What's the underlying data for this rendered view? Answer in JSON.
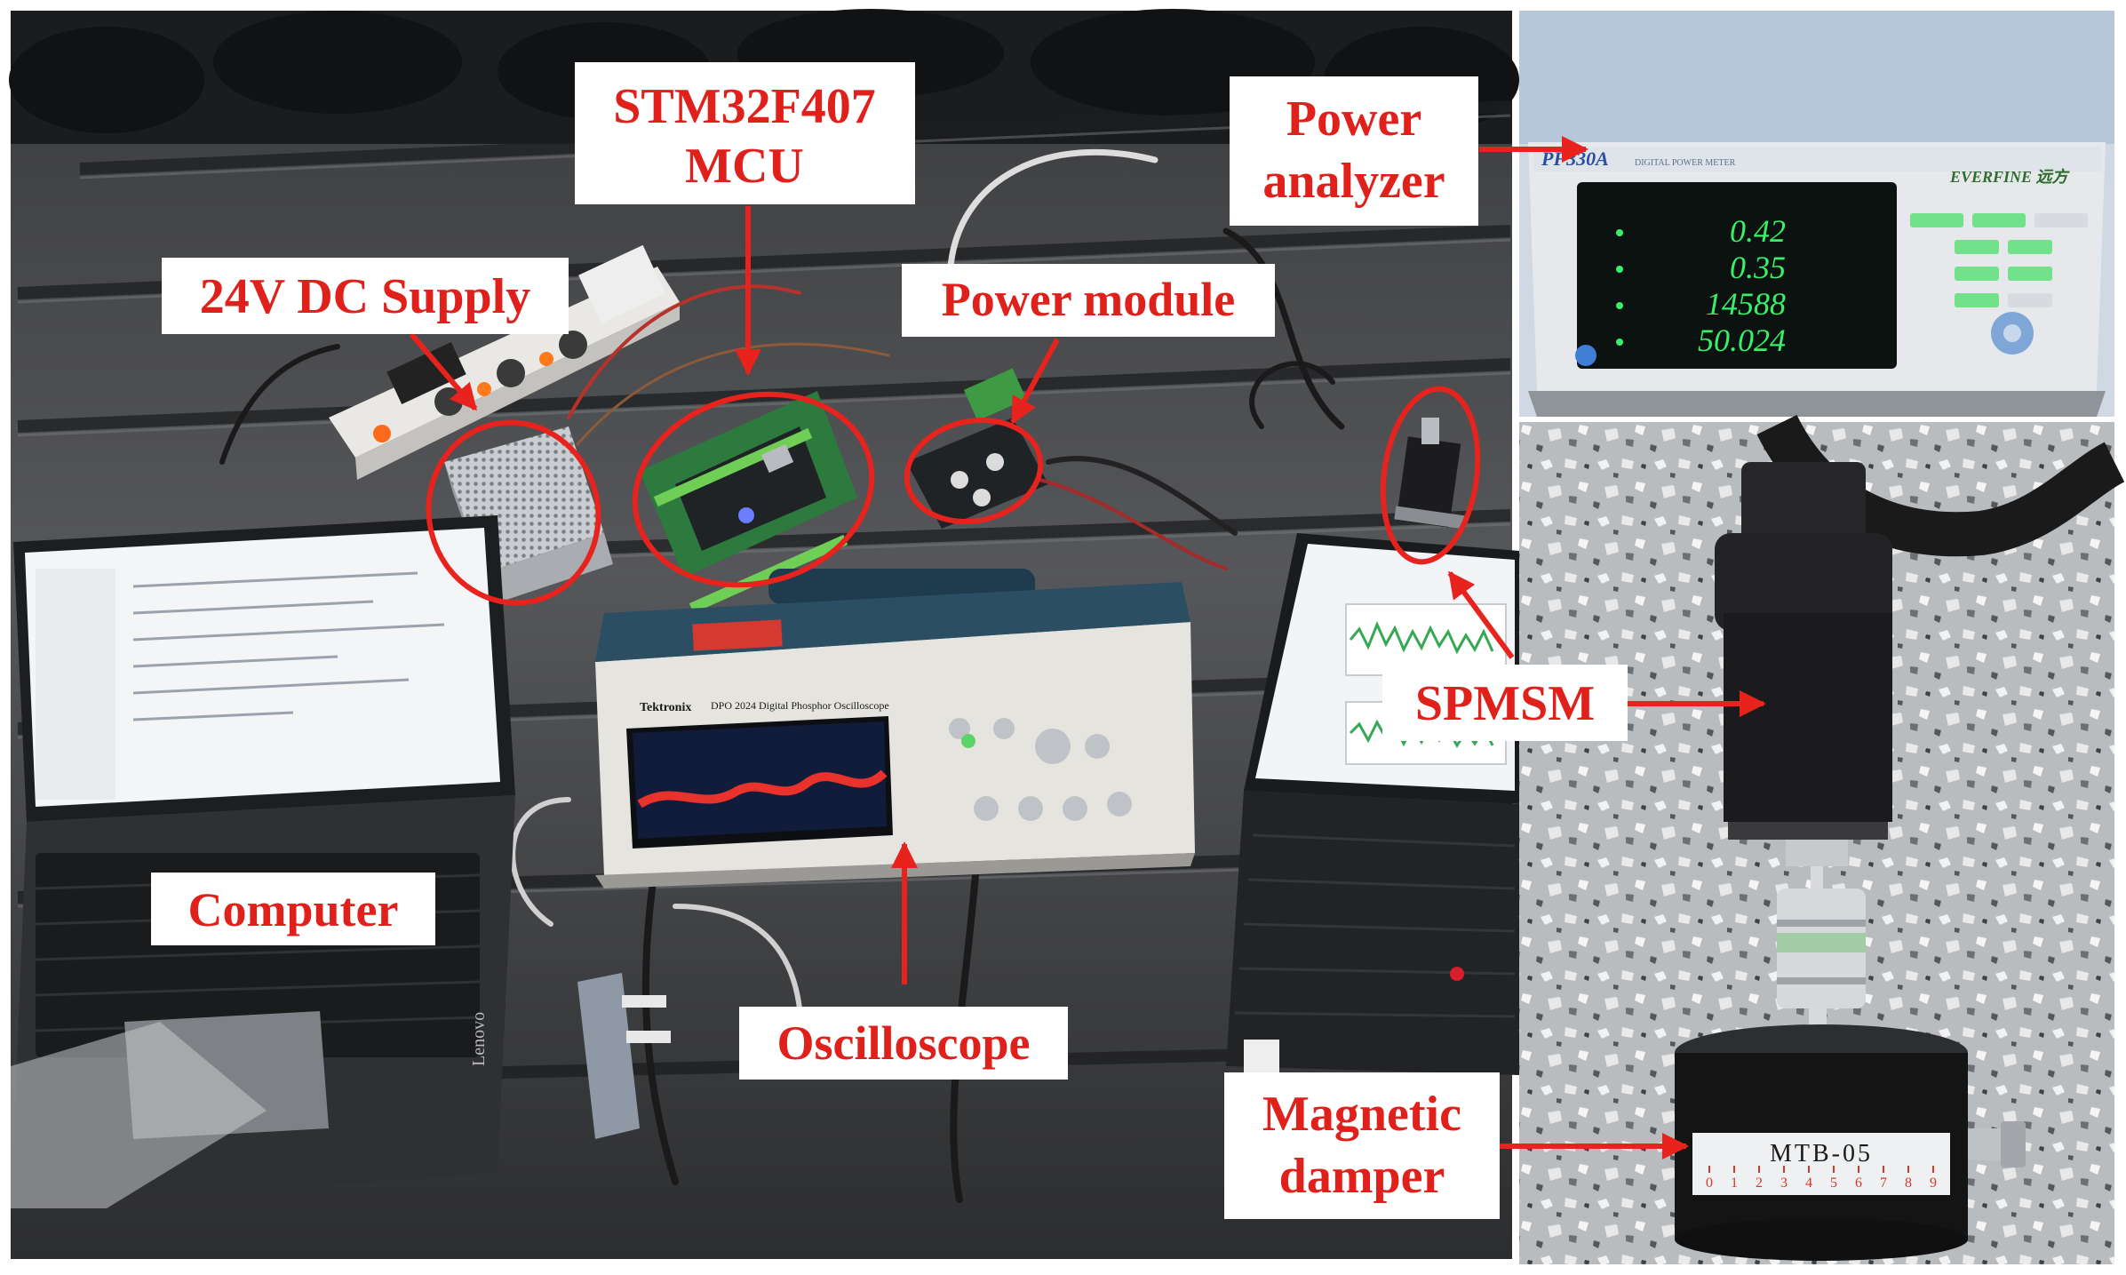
{
  "labels": {
    "mcu_line1": "STM32F407",
    "mcu_line2": "MCU",
    "supply": "24V DC Supply",
    "power_module": "Power module",
    "computer": "Computer",
    "oscilloscope": "Oscilloscope",
    "analyzer_line1": "Power",
    "analyzer_line2": "analyzer",
    "spmsm": "SPMSM",
    "damper_line1": "Magnetic",
    "damper_line2": "damper"
  },
  "device_text": {
    "analyzer_model": "PF330A",
    "analyzer_subtitle": "DIGITAL POWER METER",
    "analyzer_brand": "EVERFINE 远方",
    "readings": [
      "0.42",
      "0.35",
      "14588",
      "50.024"
    ],
    "scope_brand": "Tektronix",
    "scope_model": "DPO 2024 Digital Phosphor Oscilloscope",
    "laptop_brand": "Lenovo",
    "damper_model": "MTB-05",
    "damper_scale": [
      "0",
      "1",
      "2",
      "3",
      "4",
      "5",
      "6",
      "7",
      "8",
      "9"
    ]
  },
  "colors": {
    "label_text": "#e0201b",
    "annotation": "#e8231d",
    "label_box": "#ffffff",
    "display_digits": "#38f06a"
  }
}
